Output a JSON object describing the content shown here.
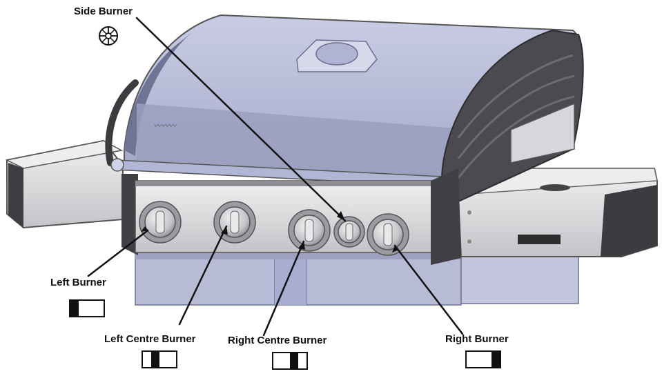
{
  "labels": {
    "side_burner": "Side Burner",
    "left_burner": "Left Burner",
    "left_centre_burner": "Left Centre Burner",
    "right_centre_burner": "Right  Centre Burner",
    "right_burner": "Right Burner"
  },
  "indicators": {
    "left_burner": {
      "active_segment": 1,
      "segments": 4
    },
    "left_centre_burner": {
      "active_segment": 2,
      "segments": 4
    },
    "right_centre_burner": {
      "active_segment": 3,
      "segments": 4
    },
    "right_burner": {
      "active_segment": 4,
      "segments": 4
    }
  },
  "icons": {
    "side_burner": "side-burner-icon"
  },
  "colors": {
    "lid": "#b7bbd8",
    "lid_dark": "#8d91b0",
    "frame": "#4a4a4e",
    "steel": "#d9d9dc",
    "cart": "#b4b8d2",
    "ink": "#111111"
  }
}
